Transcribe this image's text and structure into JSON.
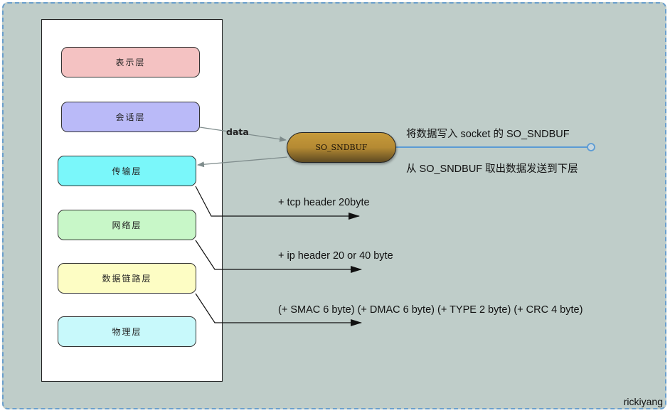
{
  "diagram": {
    "layers": [
      {
        "label": "表示层",
        "color": "#f4c2c2"
      },
      {
        "label": "会话层",
        "color": "#babaf8"
      },
      {
        "label": "传输层",
        "color": "#7af7fa"
      },
      {
        "label": "网络层",
        "color": "#c8f7c8"
      },
      {
        "label": "数据链路层",
        "color": "#fdfdc4"
      },
      {
        "label": "物理层",
        "color": "#c8f9fb"
      }
    ],
    "buffer": {
      "label": "SO_SNDBUF"
    },
    "edge_data_label": "data",
    "notes": {
      "write": "将数据写入 socket 的 SO_SNDBUF",
      "read": "从  SO_SNDBUF 取出数据发送到下层"
    },
    "headers": {
      "tcp": "+ tcp header 20byte",
      "ip": "+ ip header 20 or 40 byte",
      "link": "(+ SMAC 6 byte) (+ DMAC 6 byte) (+ TYPE 2 byte) (+ CRC 4 byte)"
    },
    "author": "rickiyang",
    "colors": {
      "background": "#bfcdc9",
      "border": "#6a9fcc",
      "connector": "#5b9bd5"
    }
  }
}
